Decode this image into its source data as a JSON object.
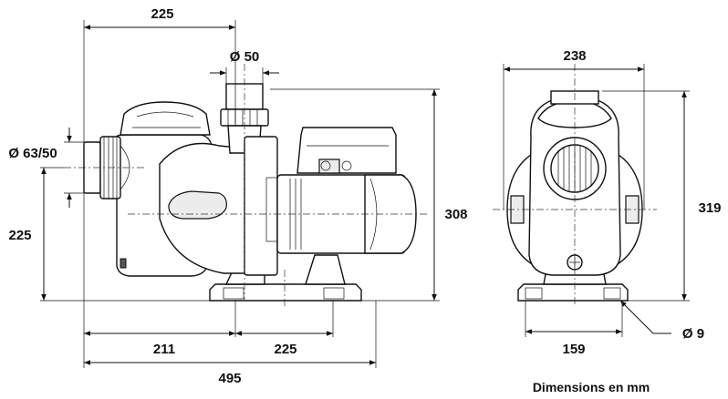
{
  "dimensions": {
    "top_width": "225",
    "outlet_diameter": "Ø 50",
    "inlet_diameter": "Ø 63/50",
    "inlet_height": "225",
    "overall_height_side": "308",
    "base_left": "211",
    "base_right": "225",
    "overall_length": "495",
    "front_width": "238",
    "overall_height_front": "319",
    "front_base_width": "159",
    "bolt_hole_diameter": "Ø 9"
  },
  "caption": "Dimensions en mm"
}
